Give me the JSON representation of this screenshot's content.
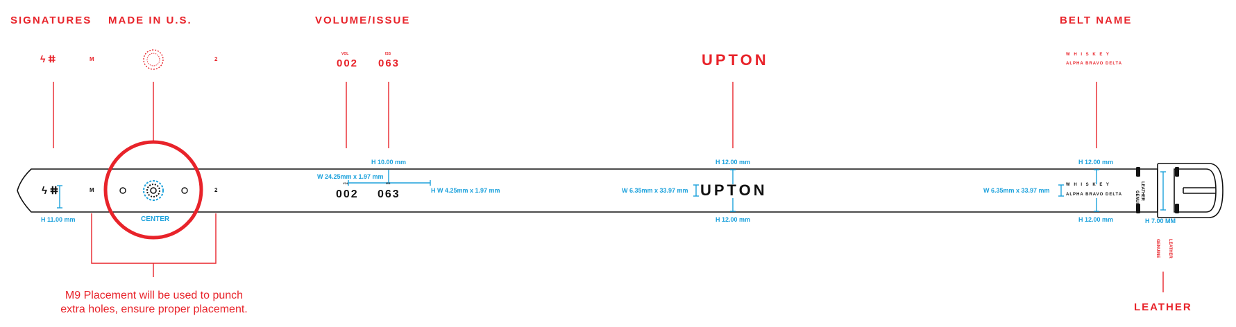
{
  "headers": {
    "signatures": "SIGNATURES",
    "made_in_us": "MADE IN U.S.",
    "volume_issue": "VOLUME/ISSUE",
    "belt_name": "BELT NAME",
    "leather": "LEATHER"
  },
  "preview": {
    "signature_glyphs": "ϟ ⵌ",
    "m_mark": "M",
    "two_mark": "2",
    "vol_small": "VOL",
    "iss_small": "ISS",
    "volume": "002",
    "issue": "063",
    "name": "UPTON",
    "belt_line1": "W H I S K E Y",
    "belt_line2": "ALPHA BRAVO DELTA"
  },
  "belt": {
    "signature_glyphs": "ϟ ⵌ",
    "m_mark": "M",
    "two_mark": "2",
    "center_label": "CENTER",
    "vol_small": "VOL",
    "iss_small": "ISS",
    "volume": "002",
    "issue": "063",
    "name": "UPTON",
    "belt_line1": "W H I S K E Y",
    "belt_line2": "ALPHA BRAVO DELTA",
    "leather_label_1": "GENUINE",
    "leather_label_2": "LEATHER"
  },
  "dimensions": {
    "sig_height": "H 11.00 mm",
    "vol_height": "H 10.00 mm",
    "vol_width": "W 24.25mm x 1.97 mm",
    "small_text": "H  W 4.25mm x 1.97 mm",
    "name_top": "H 12.00 mm",
    "name_bottom": "H 12.00 mm",
    "name_width": "W 6.35mm x 33.97 mm",
    "belt_top": "H 12.00 mm",
    "belt_bottom": "H 12.00 mm",
    "belt_width": "W 6.35mm x 33.97 mm",
    "leather_height": "H 7.00 MM"
  },
  "notes": {
    "placement_line1": "M9 Placement will be used to punch",
    "placement_line2": "extra holes, ensure proper placement."
  },
  "colors": {
    "accent_red": "#e8232a",
    "dimension_blue": "#1ba1dc",
    "outline": "#111111"
  }
}
